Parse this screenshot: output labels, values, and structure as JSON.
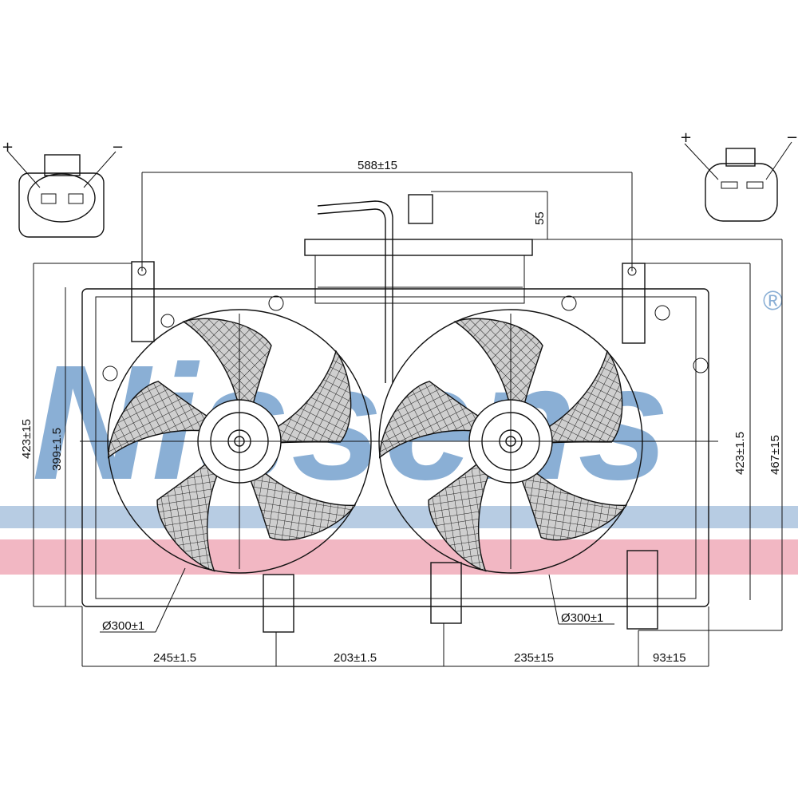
{
  "watermark": {
    "brand": "Nissens",
    "registered_mark": "®",
    "color": "#2c6fb3"
  },
  "stripes": {
    "blue": "#b7cce3",
    "red": "#f2b7c3"
  },
  "connectors": {
    "left": {
      "plus": "+",
      "minus": "−"
    },
    "right": {
      "plus": "+",
      "minus": "−"
    }
  },
  "dimensions": {
    "top_width": "588±15",
    "top_height": "55",
    "left_outer_height": "423±15",
    "left_inner_height": "399±1.5",
    "right_inner_height": "423±1.5",
    "right_outer_height": "467±15",
    "fan_left_diameter": "Ø300±1",
    "fan_right_diameter": "Ø300±1",
    "bottom_1": "245±1.5",
    "bottom_2": "203±1.5",
    "bottom_3": "235±15",
    "bottom_4": "93±15"
  }
}
